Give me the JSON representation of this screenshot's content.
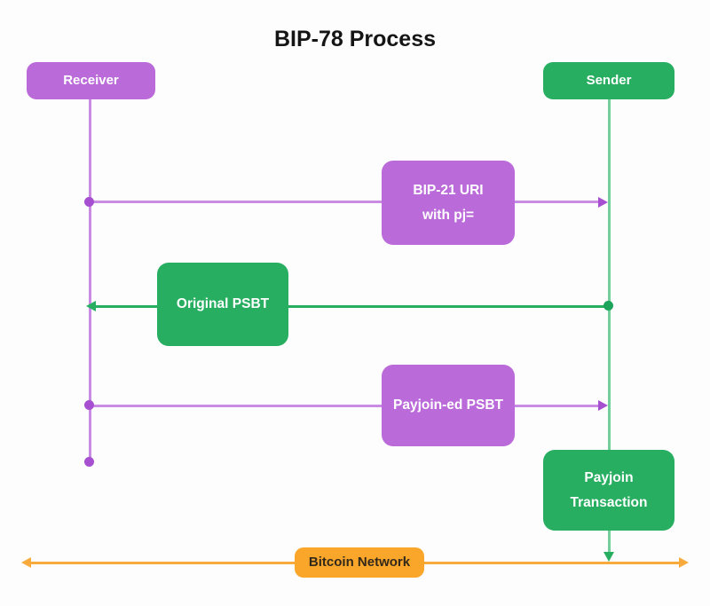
{
  "title": "BIP-78 Process",
  "colors": {
    "purple": "#bb6bd9",
    "purple_light": "#c98be4",
    "purple_dark": "#a74fd1",
    "green": "#27ae60",
    "green_light": "#73cf9a",
    "green_dark": "#1ca45b",
    "orange": "#f9a62b",
    "orange_line": "#f8ab3c",
    "network_text": "#33291a"
  },
  "actors": {
    "receiver": {
      "label": "Receiver",
      "color": "#bb6bd9"
    },
    "sender": {
      "label": "Sender",
      "color": "#27ae60"
    }
  },
  "messages": [
    {
      "line1": "BIP-21 URI",
      "line2": "with pj=",
      "from": "Receiver",
      "to": "Sender",
      "color": "#bb6bd9"
    },
    {
      "label": "Original PSBT",
      "from": "Sender",
      "to": "Receiver",
      "color": "#27ae60"
    },
    {
      "label": "Payjoin-ed PSBT",
      "from": "Receiver",
      "to": "Sender",
      "color": "#bb6bd9"
    }
  ],
  "payjoin_transaction": {
    "line1": "Payjoin",
    "line2": "Transaction",
    "color": "#27ae60"
  },
  "network": {
    "label": "Bitcoin Network",
    "color": "#f9a62b"
  }
}
